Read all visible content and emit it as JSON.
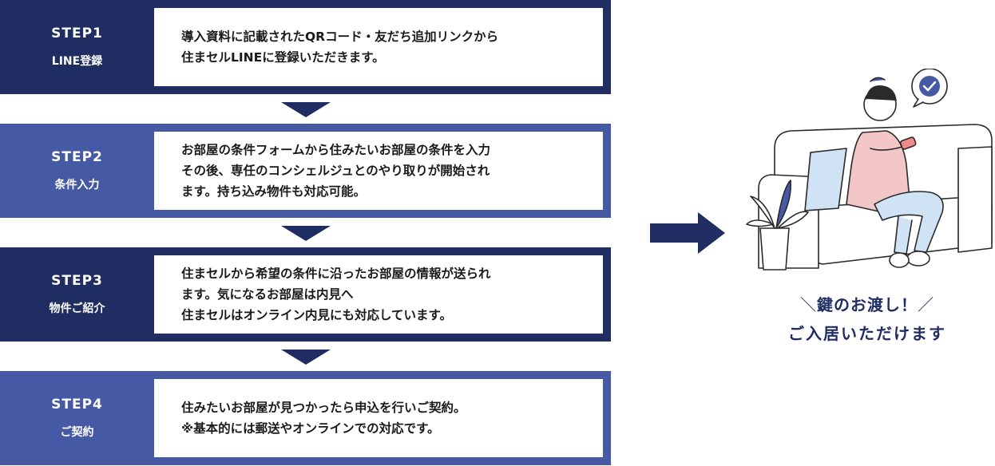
{
  "steps": [
    {
      "no": "STEP1",
      "name": "LINE登録",
      "text": "導入資料に記載されたQRコード・友だち追加リンクから\n住まセルLINEに登録いただきます。"
    },
    {
      "no": "STEP2",
      "name": "条件入力",
      "text": "お部屋の条件フォームから住みたいお部屋の条件を入力\nその後、専任のコンシェルジュとのやり取りが開始され\nます。持ち込み物件も対応可能。"
    },
    {
      "no": "STEP3",
      "name": "物件ご紹介",
      "text": "住まセルから希望の条件に沿ったお部屋の情報が送られ\nます。気になるお部屋は内見へ\n住まセルはオンライン内見にも対応しています。"
    },
    {
      "no": "STEP4",
      "name": "ご契約",
      "text": "住みたいお部屋が見つかったら申込を行いご契約。\n※基本的には郵送やオンラインでの対応です。"
    }
  ],
  "caption": {
    "line1": "鍵のお渡し！",
    "line2": "ご入居いただけます",
    "slash_left": "＼",
    "slash_right": "／"
  },
  "colors": {
    "dark_navy": "#1f2d63",
    "medium_blue": "#4659a4",
    "light_blue": "#cfe3f5",
    "pink": "#f3c7c7"
  },
  "icons": {
    "step_arrow": "chevron-down-triangle",
    "flow_arrow": "right-arrow",
    "speech_bubble": "check-bubble-icon"
  }
}
